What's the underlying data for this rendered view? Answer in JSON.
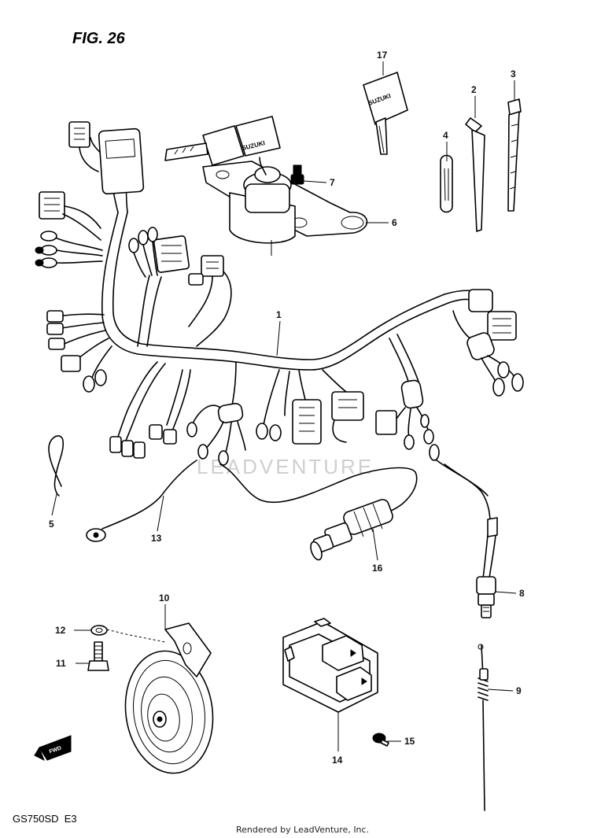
{
  "figure": {
    "title": "FIG. 26",
    "model_code": "GS750SD  E3",
    "footer": "Rendered by LeadVenture, Inc.",
    "watermark": "LEADVENTURE"
  },
  "callouts": {
    "c1": "1",
    "c2": "2",
    "c3": "3",
    "c4": "4",
    "c5": "5",
    "c6": "6",
    "c7": "7",
    "c8": "8",
    "c9": "9",
    "c10": "10",
    "c11": "11",
    "c12": "12",
    "c13": "13",
    "c14": "14",
    "c15": "15",
    "c16": "16",
    "c17": "17"
  },
  "part_markings": {
    "key_brand": "SUZUKI",
    "ignition_key_brand": "SUZUKI",
    "front_arrow": "FWD"
  }
}
